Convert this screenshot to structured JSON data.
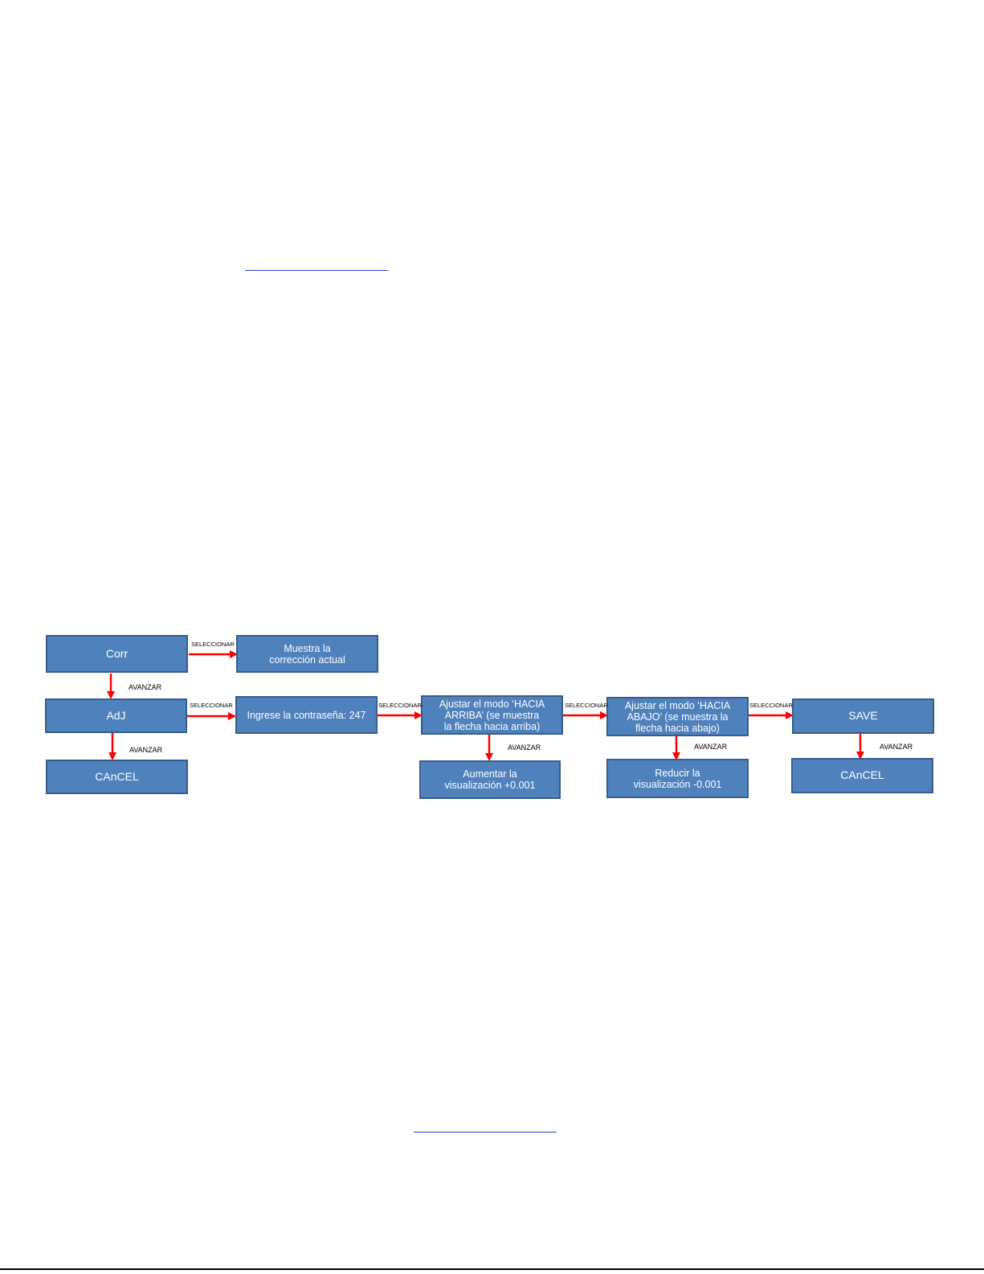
{
  "colors": {
    "box_fill": "#4f81bd",
    "box_border": "#385d8a",
    "arrow": "#ff0000",
    "link": "#2b3fd6"
  },
  "nodes": {
    "corr": "Corr",
    "muestra": "Muestra la\ncorrección actual",
    "adj": "AdJ",
    "contrasena": "Ingrese la contraseña: 247",
    "arriba": "Ajustar el modo ‘HACIA\nARRIBA’ (se muestra\nla flecha hacia arriba)",
    "abajo": "Ajustar el modo ‘HACIA\nABAJO’ (se muestra la\nflecha hacia abajo)",
    "save": "SAVE",
    "cancel_left": "CAnCEL",
    "aumentar": "Aumentar la\nvisualización +0.001",
    "reducir": "Reducir la\nvisualización -0.001",
    "cancel_right": "CAnCEL"
  },
  "edge_labels": {
    "select": "SELECCIONAR",
    "advance": "AVANZAR"
  }
}
